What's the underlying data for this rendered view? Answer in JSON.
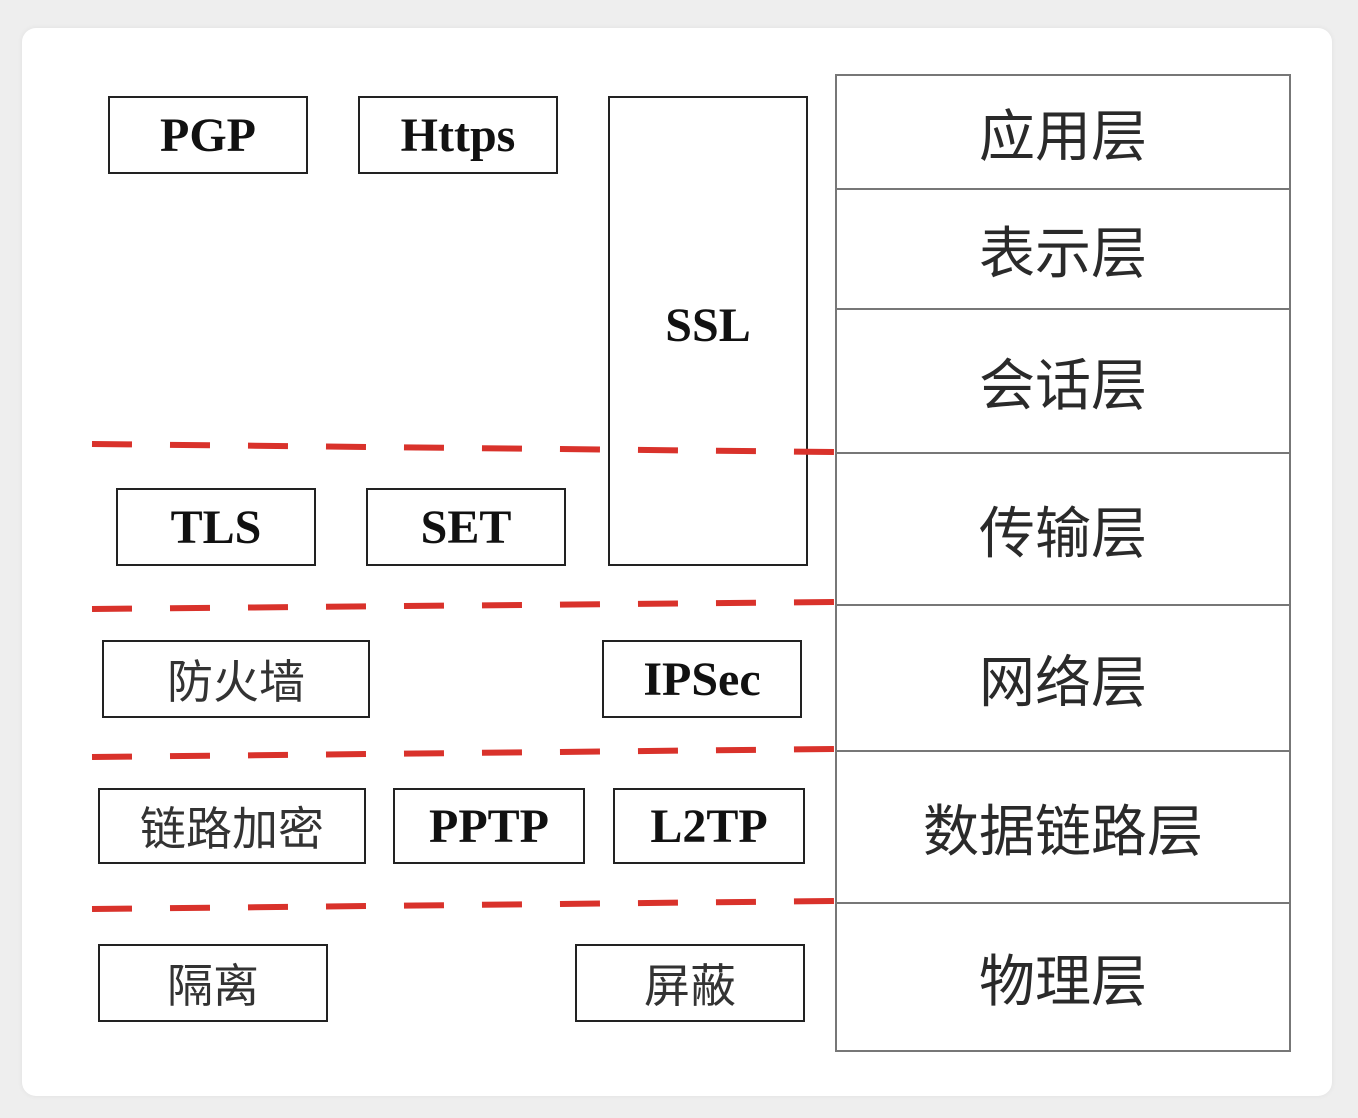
{
  "protocols": {
    "pgp": "PGP",
    "https": "Https",
    "ssl": "SSL",
    "tls": "TLS",
    "set": "SET",
    "firewall": "防火墙",
    "ipsec": "IPSec",
    "link_encryption": "链路加密",
    "pptp": "PPTP",
    "l2tp": "L2TP",
    "isolation": "隔离",
    "shielding": "屏蔽"
  },
  "osi_layers": [
    "应用层",
    "表示层",
    "会话层",
    "传输层",
    "网络层",
    "数据链路层",
    "物理层"
  ],
  "colors": {
    "dash_line": "#d9322b",
    "box_border": "#222222",
    "layer_border": "#777777"
  }
}
